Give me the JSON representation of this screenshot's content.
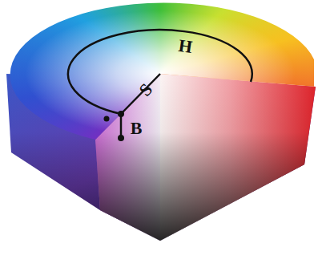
{
  "diagram": {
    "labels": [
      "H",
      "S",
      "B"
    ]
  }
}
